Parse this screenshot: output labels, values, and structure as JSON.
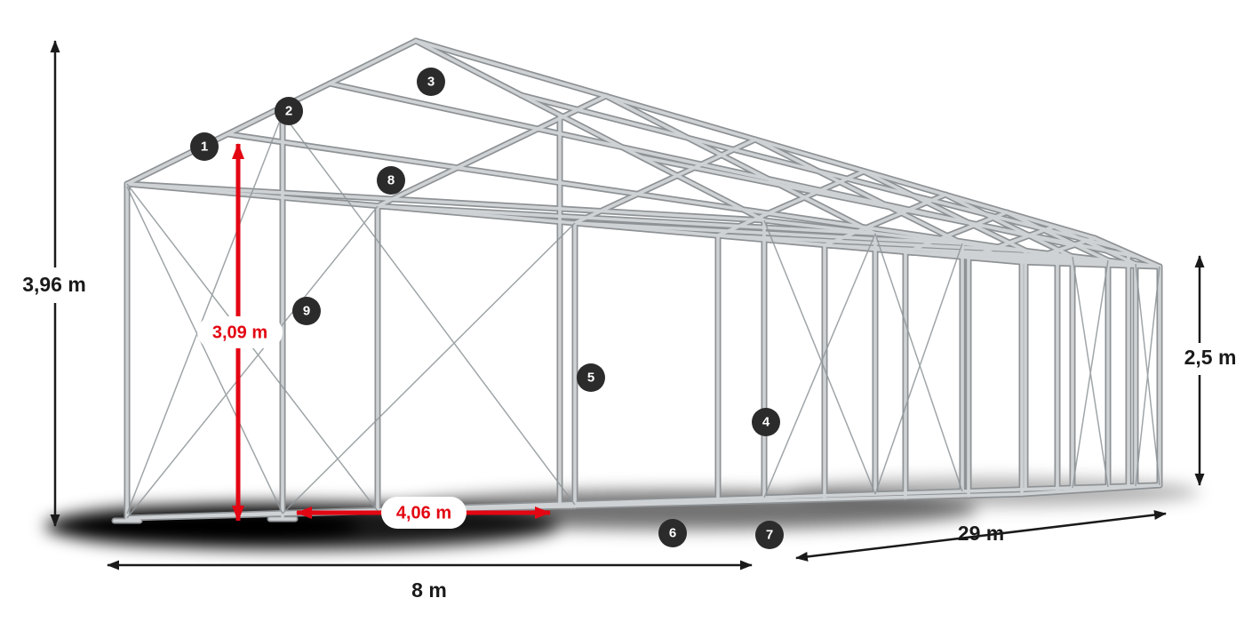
{
  "diagram": {
    "subject": "tent-steel-frame-construction",
    "labels": {
      "total_height": "3,96 m",
      "passage_height": "3,09 m",
      "passage_width": "4,06 m",
      "side_height": "2,5 m",
      "width": "8 m",
      "length": "29 m"
    },
    "badges": [
      "1",
      "2",
      "3",
      "4",
      "5",
      "6",
      "7",
      "8",
      "9"
    ],
    "colors": {
      "accent_red": "#e30613",
      "badge_background": "#2b2b2b",
      "badge_text": "#ffffff",
      "frame_tube": "#ced2d4",
      "frame_edge": "#8e9295",
      "dimension_line": "#1a1a1a",
      "background": "#ffffff"
    }
  }
}
